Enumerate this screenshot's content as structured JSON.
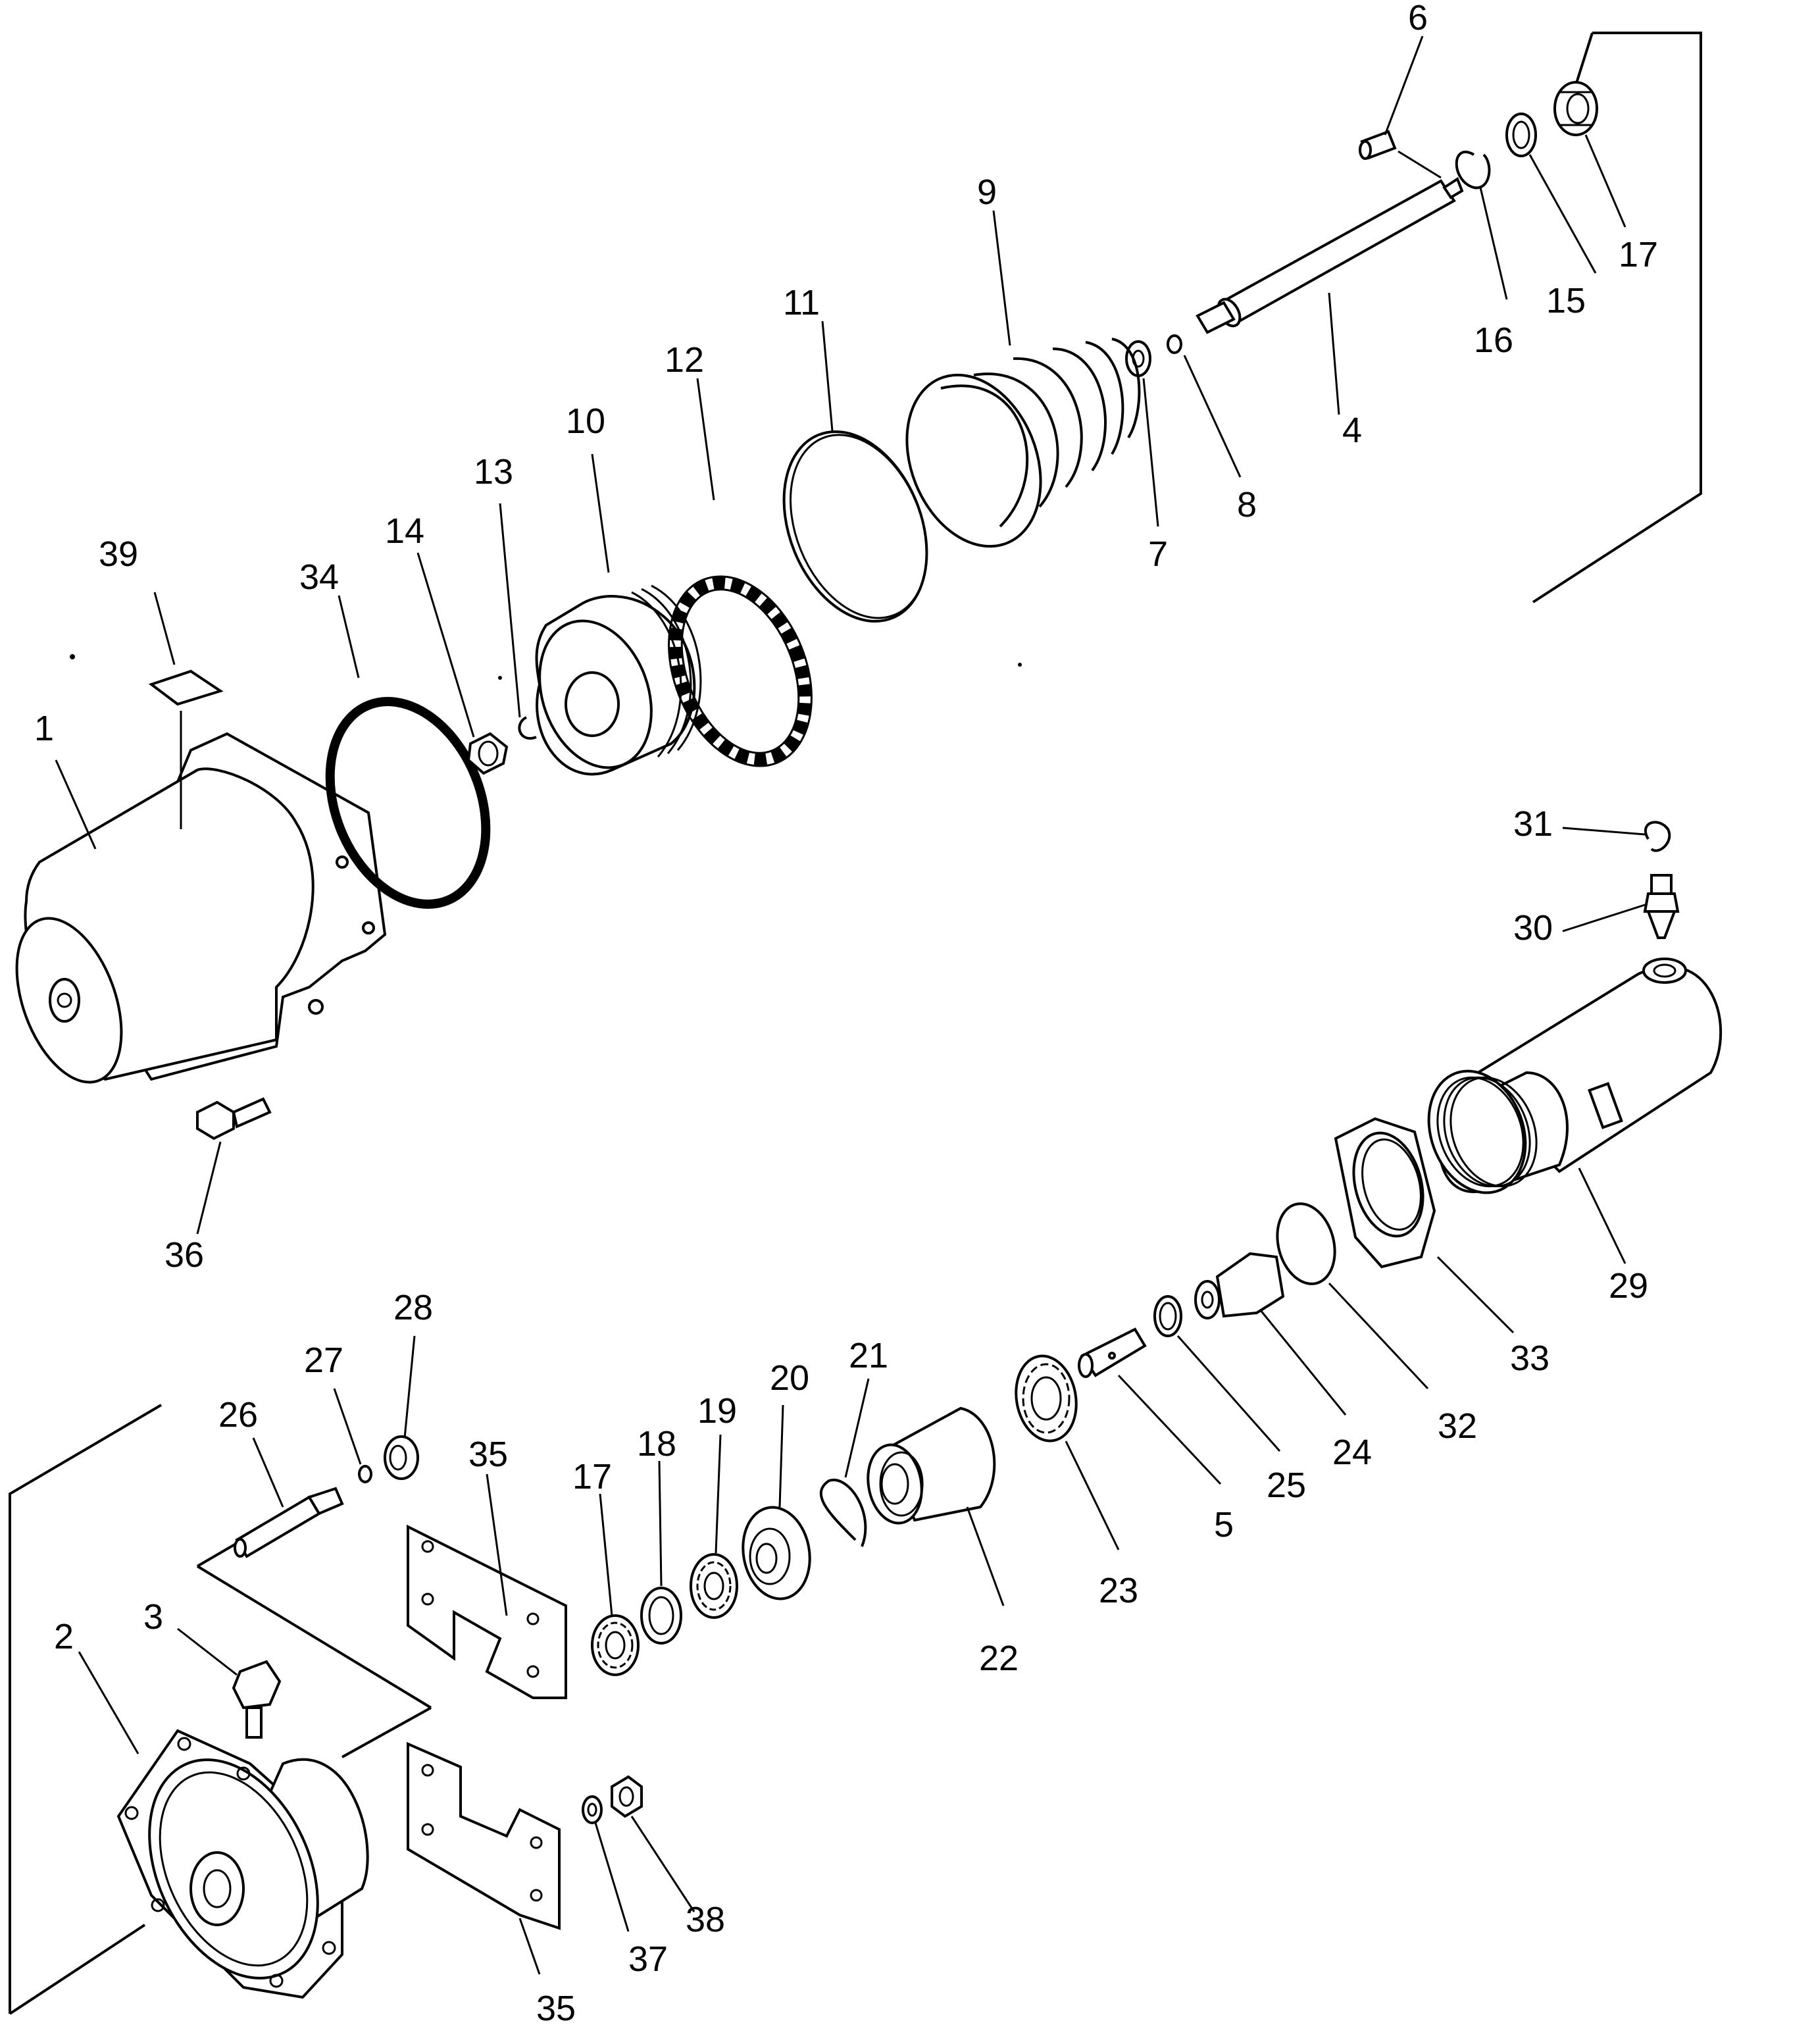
{
  "parts": [
    {
      "id": "part-1",
      "label": "1"
    },
    {
      "id": "part-2",
      "label": "2"
    },
    {
      "id": "part-3",
      "label": "3"
    },
    {
      "id": "part-4",
      "label": "4"
    },
    {
      "id": "part-5",
      "label": "5"
    },
    {
      "id": "part-6",
      "label": "6"
    },
    {
      "id": "part-7",
      "label": "7"
    },
    {
      "id": "part-8",
      "label": "8"
    },
    {
      "id": "part-9",
      "label": "9"
    },
    {
      "id": "part-10",
      "label": "10"
    },
    {
      "id": "part-11",
      "label": "11"
    },
    {
      "id": "part-12",
      "label": "12"
    },
    {
      "id": "part-13",
      "label": "13"
    },
    {
      "id": "part-14",
      "label": "14"
    },
    {
      "id": "part-15",
      "label": "15"
    },
    {
      "id": "part-16",
      "label": "16"
    },
    {
      "id": "part-17a",
      "label": "17"
    },
    {
      "id": "part-17b",
      "label": "17"
    },
    {
      "id": "part-18",
      "label": "18"
    },
    {
      "id": "part-19",
      "label": "19"
    },
    {
      "id": "part-20",
      "label": "20"
    },
    {
      "id": "part-21",
      "label": "21"
    },
    {
      "id": "part-22",
      "label": "22"
    },
    {
      "id": "part-23",
      "label": "23"
    },
    {
      "id": "part-24",
      "label": "24"
    },
    {
      "id": "part-25",
      "label": "25"
    },
    {
      "id": "part-26",
      "label": "26"
    },
    {
      "id": "part-27",
      "label": "27"
    },
    {
      "id": "part-28",
      "label": "28"
    },
    {
      "id": "part-29",
      "label": "29"
    },
    {
      "id": "part-30",
      "label": "30"
    },
    {
      "id": "part-31",
      "label": "31"
    },
    {
      "id": "part-32",
      "label": "32"
    },
    {
      "id": "part-33",
      "label": "33"
    },
    {
      "id": "part-34",
      "label": "34"
    },
    {
      "id": "part-35a",
      "label": "35"
    },
    {
      "id": "part-35b",
      "label": "35"
    },
    {
      "id": "part-36",
      "label": "36"
    },
    {
      "id": "part-37",
      "label": "37"
    },
    {
      "id": "part-38",
      "label": "38"
    },
    {
      "id": "part-39",
      "label": "39"
    }
  ]
}
